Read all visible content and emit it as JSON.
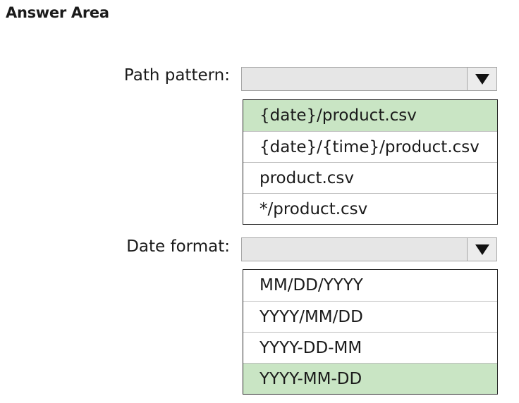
{
  "title": "Answer Area",
  "path_pattern": {
    "label": "Path pattern:",
    "options": [
      "{date}/product.csv",
      "{date}/{time}/product.csv",
      "product.csv",
      "*/product.csv"
    ],
    "selected_index": 0
  },
  "date_format": {
    "label": "Date format:",
    "options": [
      "MM/DD/YYYY",
      "YYYY/MM/DD",
      "YYYY-DD-MM",
      "YYYY-MM-DD"
    ],
    "selected_index": 3
  },
  "colors": {
    "selected_bg": "#c9e5c4",
    "dropdown_bg": "#e6e6e6"
  },
  "icons": {
    "dropdown_arrow": "chevron-down-icon"
  }
}
